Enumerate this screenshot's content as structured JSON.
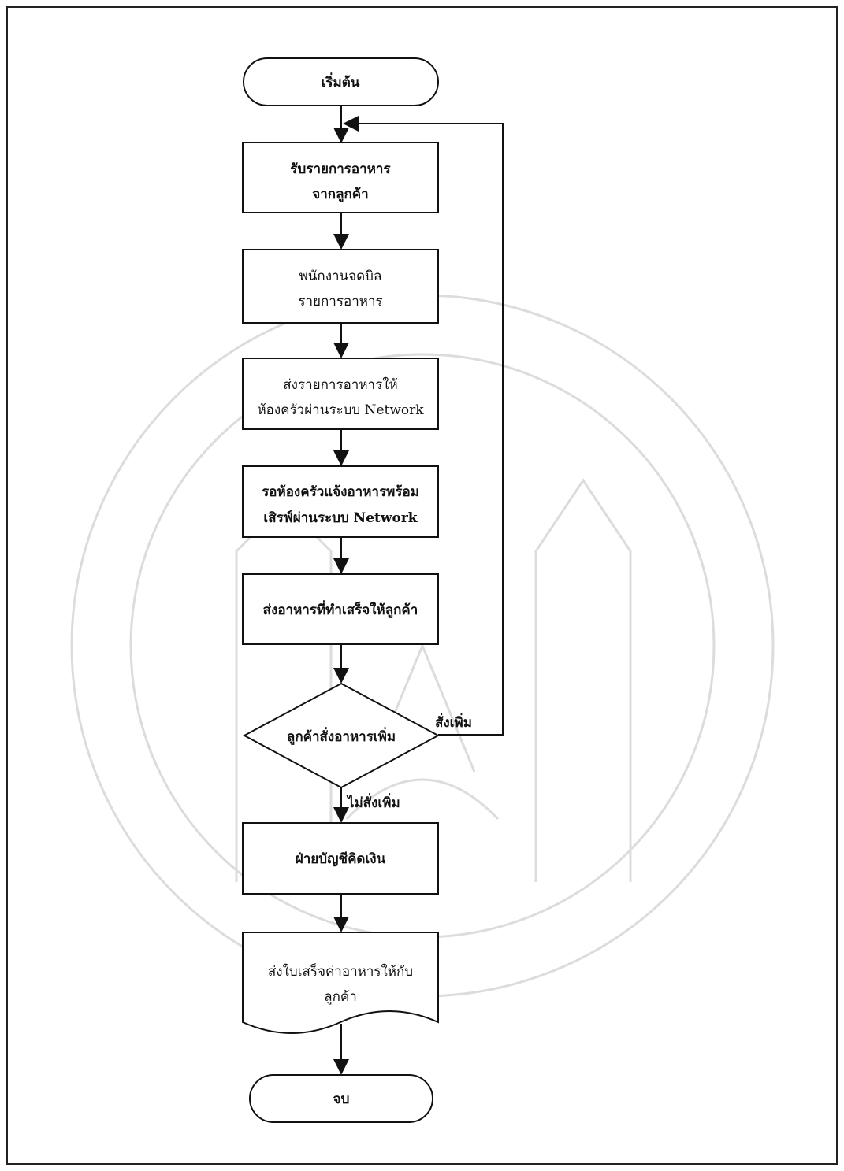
{
  "nodes": {
    "start": "เริ่มต้น",
    "receive_order": [
      "รับรายการอาหาร",
      "จากลูกค้า"
    ],
    "write_bill": [
      "พนักงานจดบิล",
      "รายการอาหาร"
    ],
    "send_to_kitchen": [
      "ส่งรายการอาหารให้",
      "ห้องครัวผ่านระบบ Network"
    ],
    "wait_kitchen": [
      "รอห้องครัวแจ้งอาหารพร้อม",
      "เสิรฟ์ผ่านระบบ Network"
    ],
    "serve_food": "ส่งอาหารที่ทำเสร็จให้ลูกค้า",
    "decision": "ลูกค้าสั่งอาหารเพิ่ม",
    "accounting": "ฝ่ายบัญชีคิดเงิน",
    "receipt": [
      "ส่งใบเสร็จค่าอาหารให้กับ",
      "ลูกค้า"
    ],
    "end": "จบ"
  },
  "edges": {
    "yes_label": "สั่งเพิ่ม",
    "no_label": "ไม่สั่งเพิ่ม"
  },
  "colors": {
    "stroke": "#111111",
    "watermark": "#d9d9d9"
  }
}
